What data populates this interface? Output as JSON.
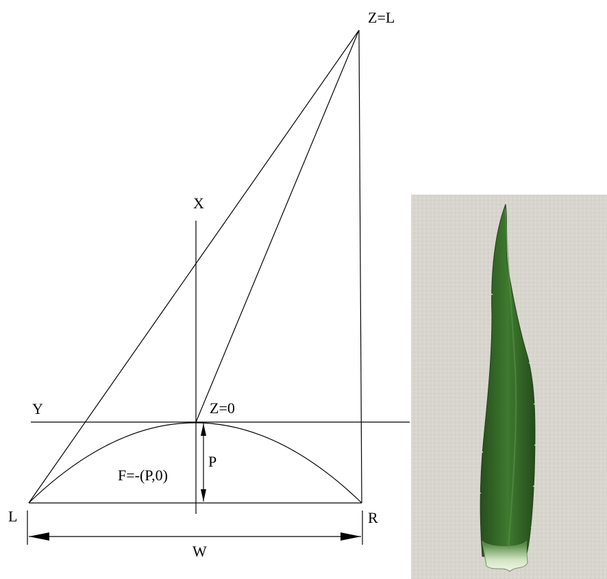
{
  "labels": {
    "z_top": "Z=L",
    "x_axis": "X",
    "y_axis": "Y",
    "z_origin": "Z=0",
    "p": "P",
    "f": "F=-(P,0)",
    "left": "L",
    "right": "R",
    "width": "W"
  },
  "photo": {
    "subject": "aloe leaf",
    "background_color": "#d9d6cf",
    "leaf_color": "#2f5f24",
    "base_color": "#e9efe0"
  }
}
